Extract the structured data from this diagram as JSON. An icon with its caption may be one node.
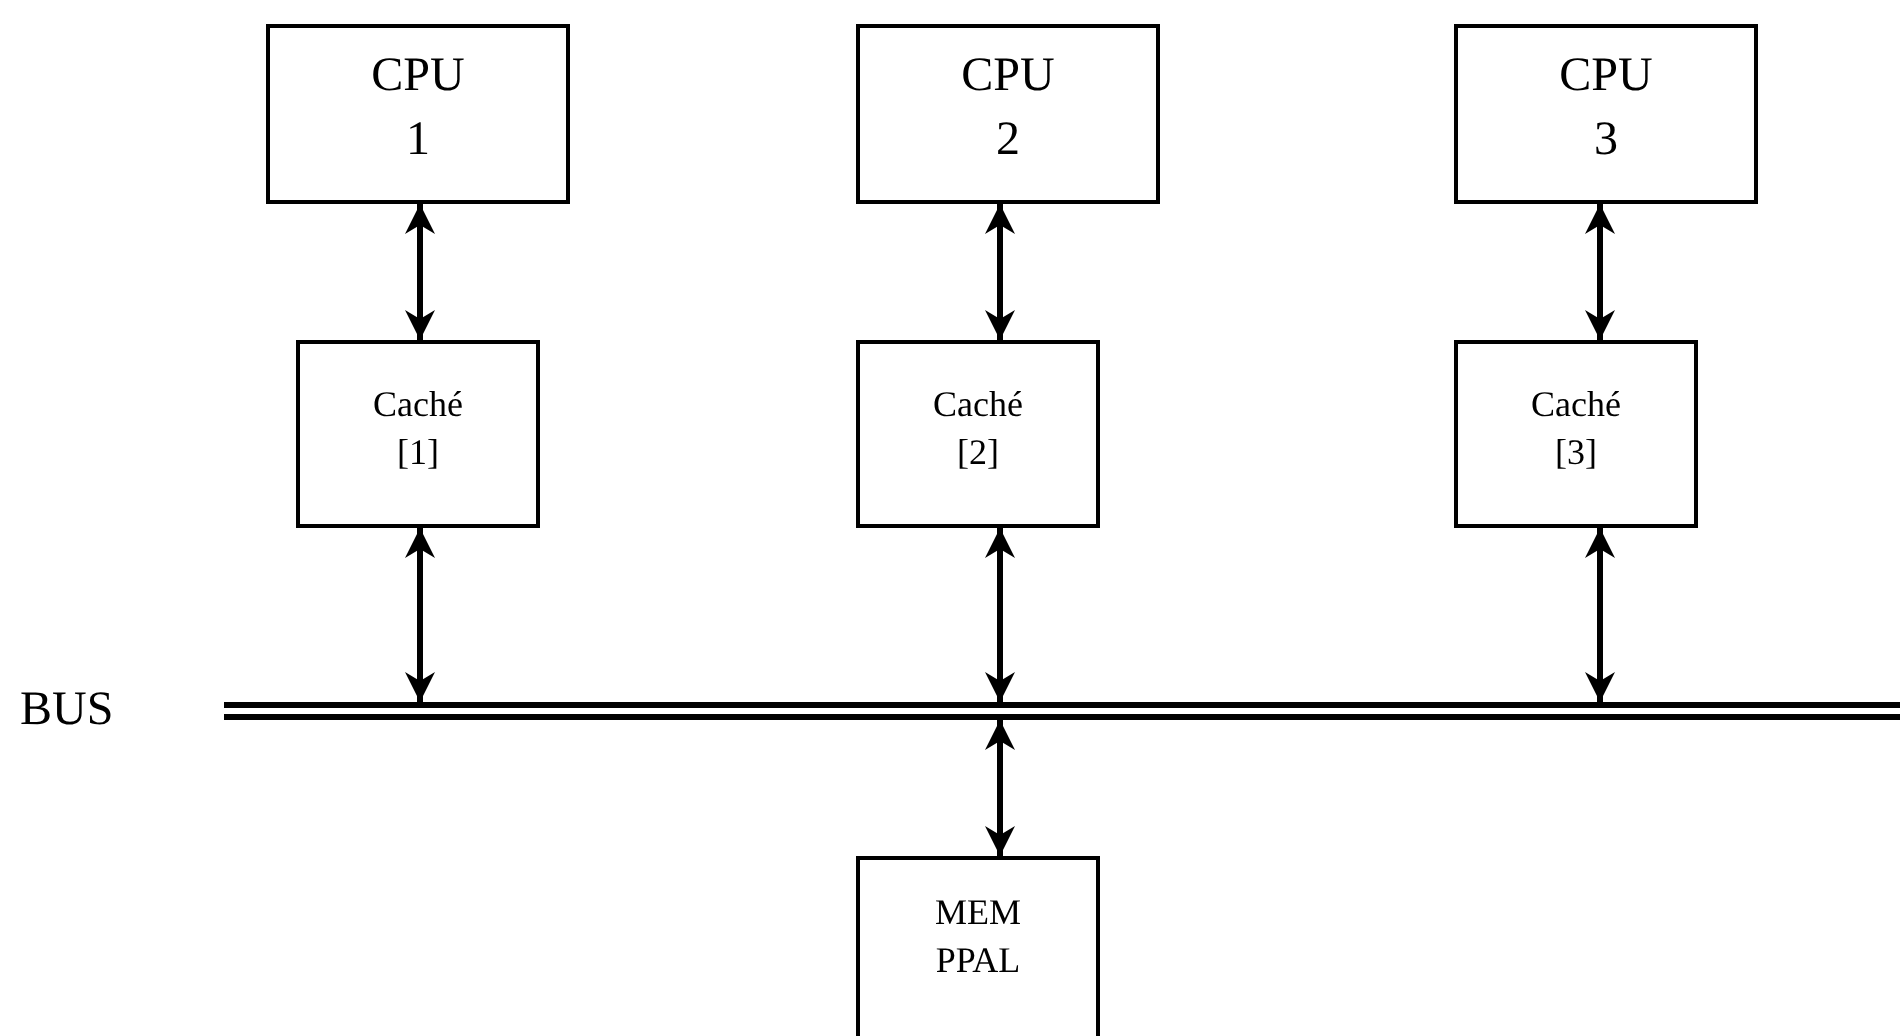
{
  "diagram": {
    "nodes": [
      {
        "text": [
          "CPU 1"
        ]
      },
      {
        "text": [
          "CPU 2"
        ]
      },
      {
        "text": [
          "CPU 3"
        ]
      },
      {
        "text": [
          "Caché [1]"
        ]
      },
      {
        "text": [
          "Caché [2]"
        ]
      },
      {
        "text": [
          "Caché [3]"
        ]
      },
      {
        "text": [
          "BUS"
        ]
      },
      {
        "text": [
          "MEM PPAL"
        ]
      }
    ],
    "edges": [
      {
        "from": 0,
        "to": 3,
        "arrow": "both"
      },
      {
        "from": 1,
        "to": 4,
        "arrow": "both"
      },
      {
        "from": 2,
        "to": 5,
        "arrow": "both"
      },
      {
        "from": 3,
        "to": 6,
        "arrow": "both"
      },
      {
        "from": 4,
        "to": 6,
        "arrow": "both"
      },
      {
        "from": 5,
        "to": 6,
        "arrow": "both"
      },
      {
        "from": 6,
        "to": 7,
        "arrow": "both"
      }
    ]
  }
}
